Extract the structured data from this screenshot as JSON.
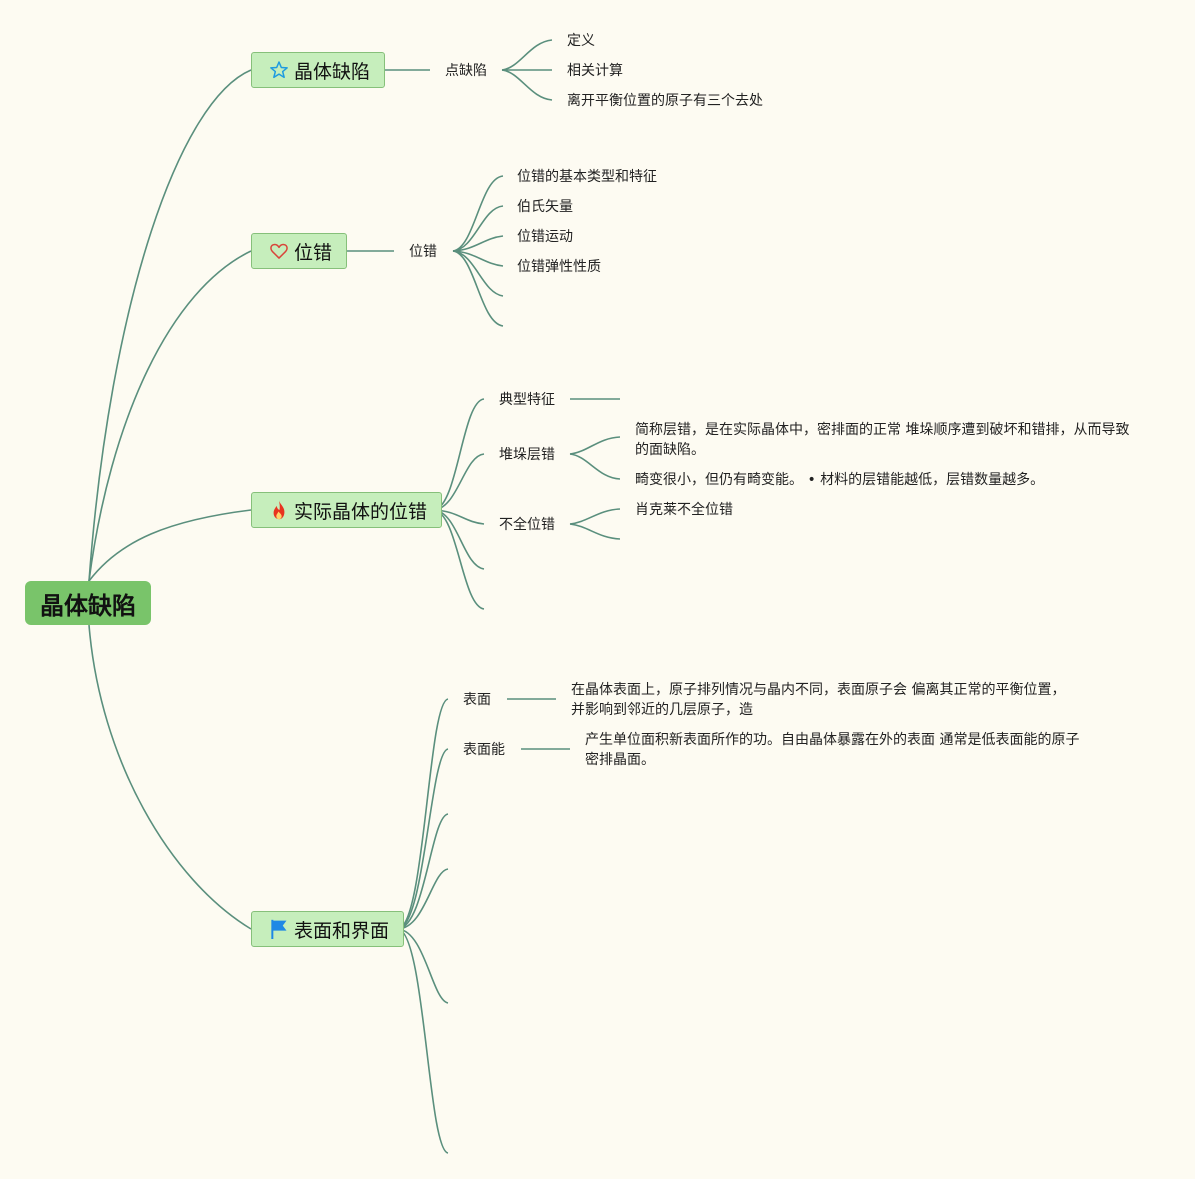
{
  "root": {
    "label": "晶体缺陷"
  },
  "topics": [
    {
      "label": "晶体缺陷",
      "icon": "star-icon",
      "subtopics": [
        {
          "label": "点缺陷",
          "children": [
            "定义",
            "相关计算",
            "离开平衡位置的原子有三个去处"
          ]
        }
      ]
    },
    {
      "label": "位错",
      "icon": "heart-icon",
      "subtopics": [
        {
          "label": "位错",
          "children": [
            "位错的基本类型和特征",
            "伯氏矢量",
            "位错运动",
            "位错弹性性质"
          ]
        }
      ]
    },
    {
      "label": "实际晶体的位错",
      "icon": "fire-icon",
      "subtopics": [
        {
          "label": "典型特征",
          "children": []
        },
        {
          "label": "堆垛层错",
          "children": [
            "简称层错，是在实际晶体中，密排面的正常 堆垛顺序遭到破坏和错排，从而导致的面缺陷。",
            "畸变很小，但仍有畸变能。 • 材料的层错能越低，层错数量越多。"
          ]
        },
        {
          "label": "不全位错",
          "children": [
            "肖克莱不全位错"
          ]
        }
      ]
    },
    {
      "label": "表面和界面",
      "icon": "flag-icon",
      "subtopics": [
        {
          "label": "表面",
          "children": [
            "在晶体表面上，原子排列情况与晶内不同，表面原子会 偏离其正常的平衡位置，并影响到邻近的几层原子，造"
          ]
        },
        {
          "label": "表面能",
          "children": [
            "产生单位面积新表面所作的功。自由晶体暴露在外的表面 通常是低表面能的原子密排晶面。"
          ]
        }
      ]
    }
  ],
  "colors": {
    "background": "#fdfbf2",
    "root_fill": "#79c46a",
    "topic_fill": "#c6eebc",
    "topic_border": "#86c07a",
    "connector": "#5a8f7d",
    "star": "#1e9be0",
    "heart": "#d9453a",
    "fire": "#e8331f",
    "flag": "#1e88e5"
  }
}
